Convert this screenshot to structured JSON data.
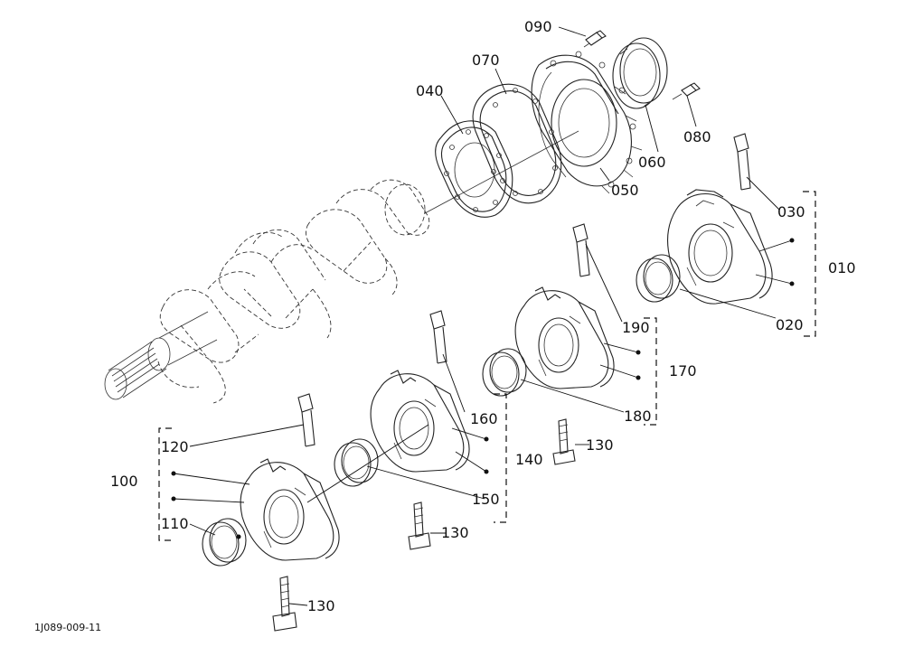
{
  "diagram": {
    "figure_id": "1J089-009-11",
    "callouts": {
      "c010": "010",
      "c020": "020",
      "c030": "030",
      "c040": "040",
      "c050": "050",
      "c060": "060",
      "c070": "070",
      "c080": "080",
      "c090": "090",
      "c100": "100",
      "c110": "110",
      "c120": "120",
      "c130a": "130",
      "c130b": "130",
      "c130c": "130",
      "c140": "140",
      "c150": "150",
      "c160": "160",
      "c170": "170",
      "c180": "180",
      "c190": "190"
    }
  }
}
